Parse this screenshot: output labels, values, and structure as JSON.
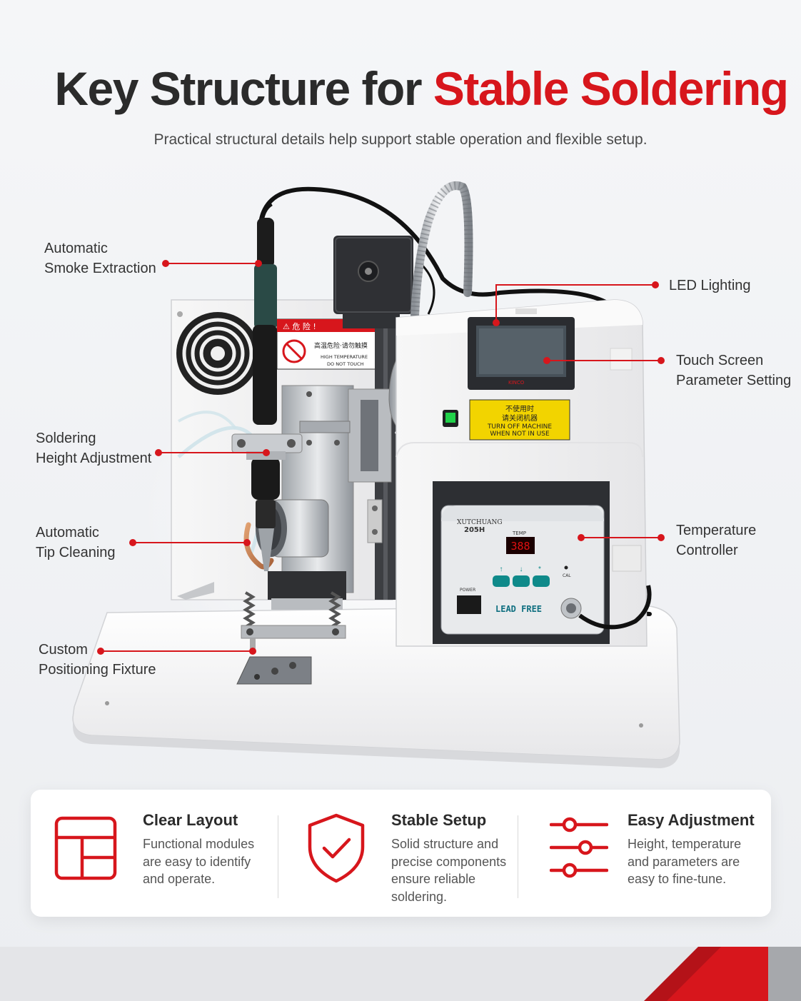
{
  "header": {
    "title_lead": "Key Structure for ",
    "title_accent": "Stable Soldering",
    "subtitle": "Practical structural details help support stable operation and flexible setup."
  },
  "colors": {
    "accent": "#d7161c",
    "text_dark": "#2b2b2b",
    "panel_bg": "#ffffff",
    "machine_white": "#f4f4f4"
  },
  "machine": {
    "warning_top": "⚠ 危 险 !",
    "warning_cn": "高温危险·请勿触摸",
    "warning_en_1": "HIGH TEMPERATURE",
    "warning_en_2": "DO NOT TOUCH",
    "notice_cn_1": "不使用时",
    "notice_cn_2": "请关闭机器",
    "notice_en_1": "TURN OFF MACHINE",
    "notice_en_2": "WHEN NOT IN USE",
    "controller_brand": "XUTCHUANG",
    "controller_model": "205H",
    "controller_temp_label": "TEMP",
    "controller_display": "388",
    "controller_power": "POWER",
    "controller_cal": "CAL",
    "controller_lead_free": "LEAD FREE",
    "screen_brand": "KINCO"
  },
  "callouts": [
    {
      "label": "Automatic\nSmoke Extraction"
    },
    {
      "label": "LED Lighting"
    },
    {
      "label": "Touch Screen\nParameter Setting"
    },
    {
      "label": "Soldering\nHeight Adjustment"
    },
    {
      "label": "Automatic\nTip Cleaning"
    },
    {
      "label": "Temperature\nController"
    },
    {
      "label": "Custom\nPositioning Fixture"
    }
  ],
  "features": [
    {
      "icon": "layout-grid-icon",
      "title": "Clear Layout",
      "lines": [
        "Functional modules",
        "are easy to identify",
        "and operate."
      ]
    },
    {
      "icon": "shield-check-icon",
      "title": "Stable Setup",
      "lines": [
        "Solid structure and",
        "precise components",
        "ensure reliable",
        "soldering."
      ]
    },
    {
      "icon": "sliders-icon",
      "title": "Easy Adjustment",
      "lines": [
        "Height, temperature",
        "and parameters are",
        "easy to fine-tune."
      ]
    }
  ]
}
